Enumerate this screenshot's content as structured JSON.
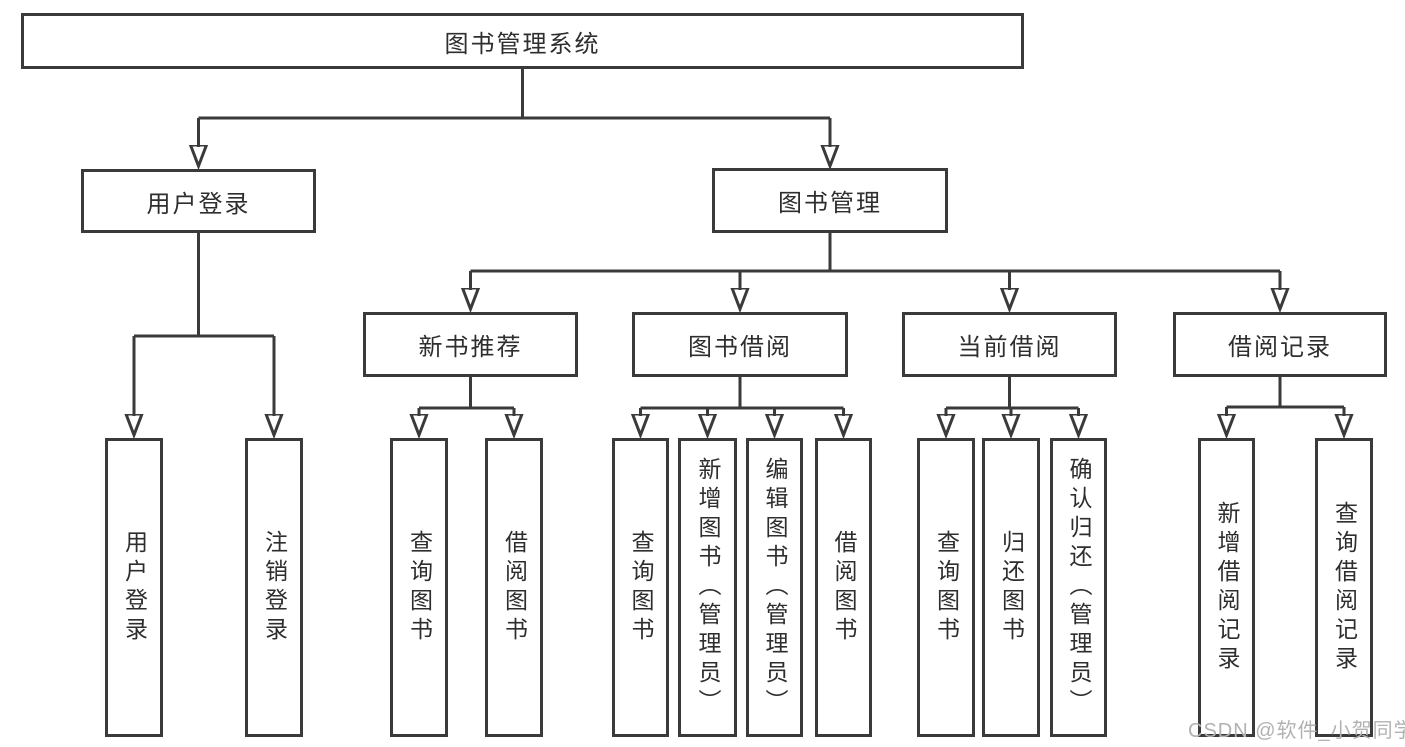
{
  "diagram": {
    "root": {
      "label": "图书管理系统"
    },
    "branches": {
      "user_login": {
        "label": "用户登录",
        "children": {
          "login": "用户登录",
          "logout": "注销登录"
        }
      },
      "book_mgmt": {
        "label": "图书管理",
        "children": {
          "new_book_rec": {
            "label": "新书推荐",
            "children": {
              "query": "查询图书",
              "borrow": "借阅图书"
            }
          },
          "book_borrow": {
            "label": "图书借阅",
            "children": {
              "query": "查询图书",
              "add": "新增图书（管理员）",
              "edit": "编辑图书（管理员）",
              "borrow": "借阅图书"
            }
          },
          "current_borrow": {
            "label": "当前借阅",
            "children": {
              "query": "查询图书",
              "return": "归还图书",
              "confirm": "确认归还（管理员）"
            }
          },
          "borrow_records": {
            "label": "借阅记录",
            "children": {
              "add": "新增借阅记录",
              "query": "查询借阅记录"
            }
          }
        }
      }
    }
  },
  "watermark": "CSDN @软件_小贺同学",
  "colors": {
    "line": "#3a3a3a",
    "text": "#2e2e2e",
    "background": "#ffffff",
    "watermark": "#b3b1b1"
  }
}
